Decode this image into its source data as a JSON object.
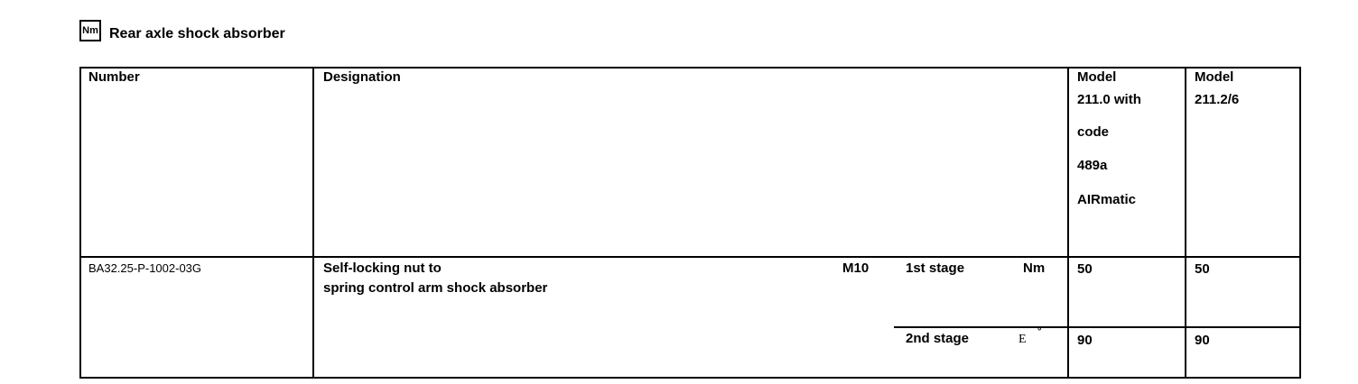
{
  "title": {
    "icon": "Nm",
    "text": "Rear axle shock absorber"
  },
  "table": {
    "header": {
      "number": "Number",
      "designation": "Designation",
      "model_a": [
        "Model",
        "211.0 with",
        "code",
        "489a",
        "AIRmatic"
      ],
      "model_b": [
        "Model",
        "211.2/6"
      ]
    },
    "row": {
      "number": "BA32.25-P-1002-03G",
      "designation": [
        "Self-locking nut to",
        "spring control arm shock absorber"
      ],
      "thread_size": "M10",
      "stages": [
        {
          "label": "1st stage",
          "unit": "Nm",
          "unit_degree": "",
          "model_a": "50",
          "model_b": "50"
        },
        {
          "label": "2nd stage",
          "unit": "E",
          "unit_degree": "°",
          "model_a": "90",
          "model_b": "90"
        }
      ]
    }
  }
}
